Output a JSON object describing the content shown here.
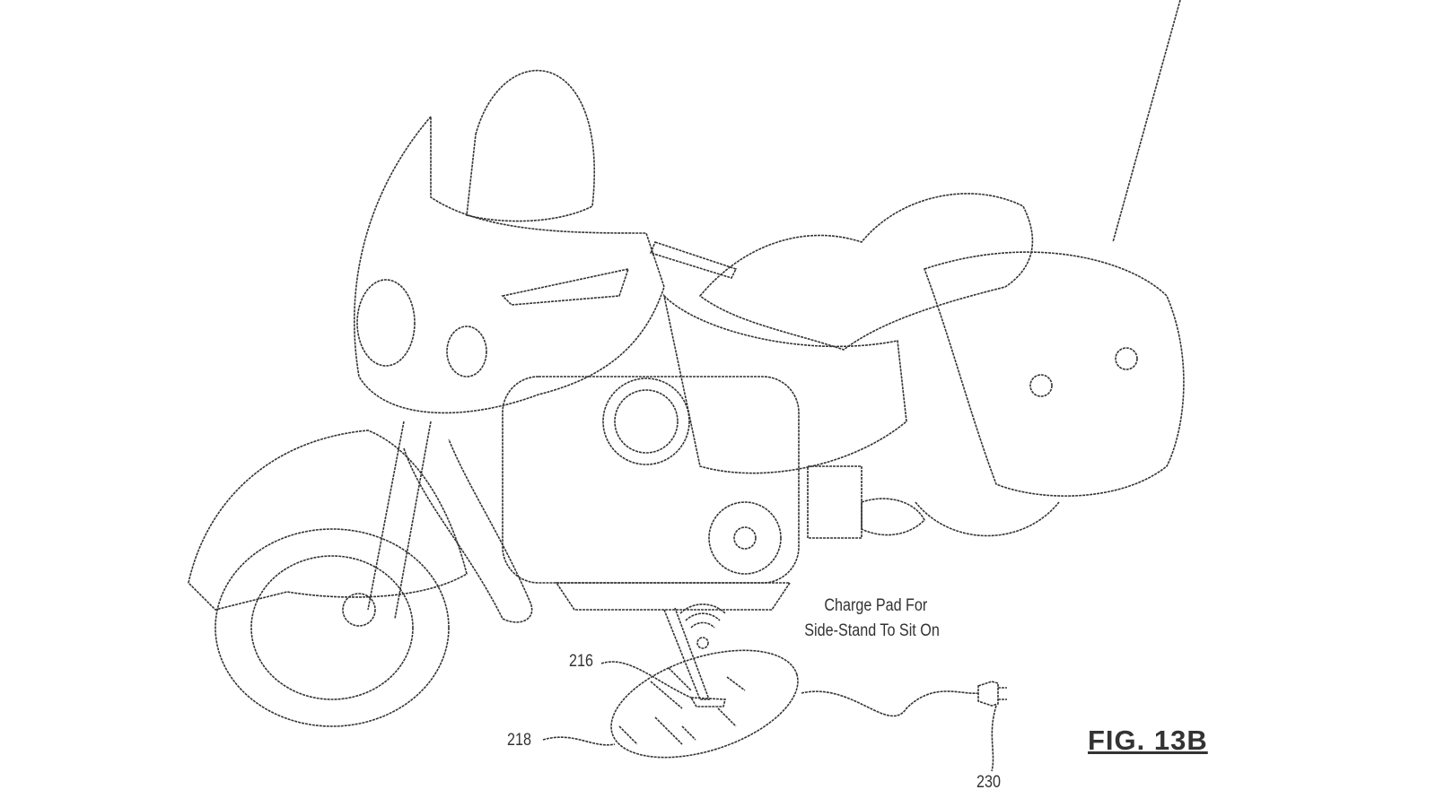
{
  "figure": {
    "title": "FIG. 13B",
    "caption_line1": "Charge Pad For",
    "caption_line2": "Side-Stand To Sit On",
    "labels": {
      "side_stand": "216",
      "charge_pad": "218",
      "plug": "230"
    },
    "icons": [
      "wireless-signal-icon",
      "power-plug-icon"
    ]
  }
}
